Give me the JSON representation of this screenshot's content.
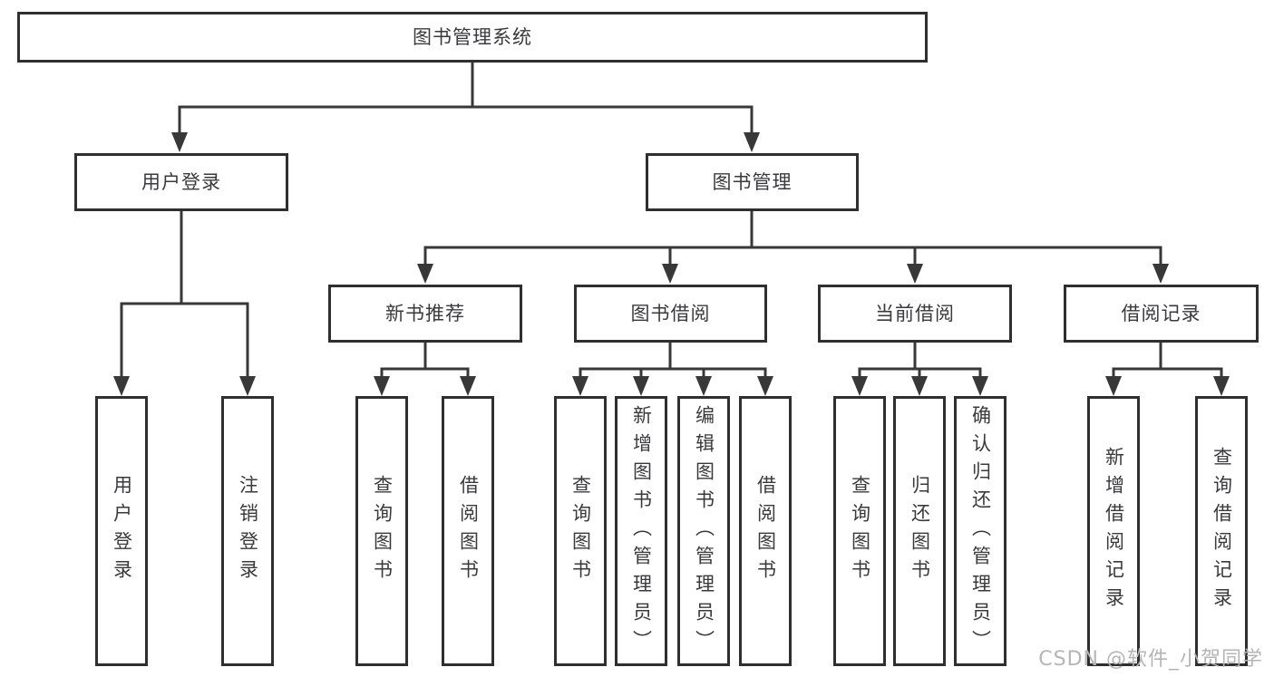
{
  "root": {
    "label": "图书管理系统"
  },
  "branches": [
    {
      "label": "用户登录",
      "children": [
        {
          "label": "用户登录"
        },
        {
          "label": "注销登录"
        }
      ]
    },
    {
      "label": "图书管理",
      "children": [
        {
          "label": "新书推荐",
          "children": [
            {
              "label": "查询图书"
            },
            {
              "label": "借阅图书"
            }
          ]
        },
        {
          "label": "图书借阅",
          "children": [
            {
              "label": "查询图书"
            },
            {
              "label": "新增图书（管理员）"
            },
            {
              "label": "编辑图书（管理员）"
            },
            {
              "label": "借阅图书"
            }
          ]
        },
        {
          "label": "当前借阅",
          "children": [
            {
              "label": "查询图书"
            },
            {
              "label": "归还图书"
            },
            {
              "label": "确认归还（管理员）"
            }
          ]
        },
        {
          "label": "借阅记录",
          "children": [
            {
              "label": "新增借阅记录"
            },
            {
              "label": "查询借阅记录"
            }
          ]
        }
      ]
    }
  ],
  "watermark": {
    "text": "CSDN @软件_小贺同学"
  },
  "colors": {
    "line": "#383838",
    "box_border": "#2f2f2f",
    "text": "#3a3a3c",
    "watermark": "#b5b5b5",
    "background": "#ffffff"
  }
}
